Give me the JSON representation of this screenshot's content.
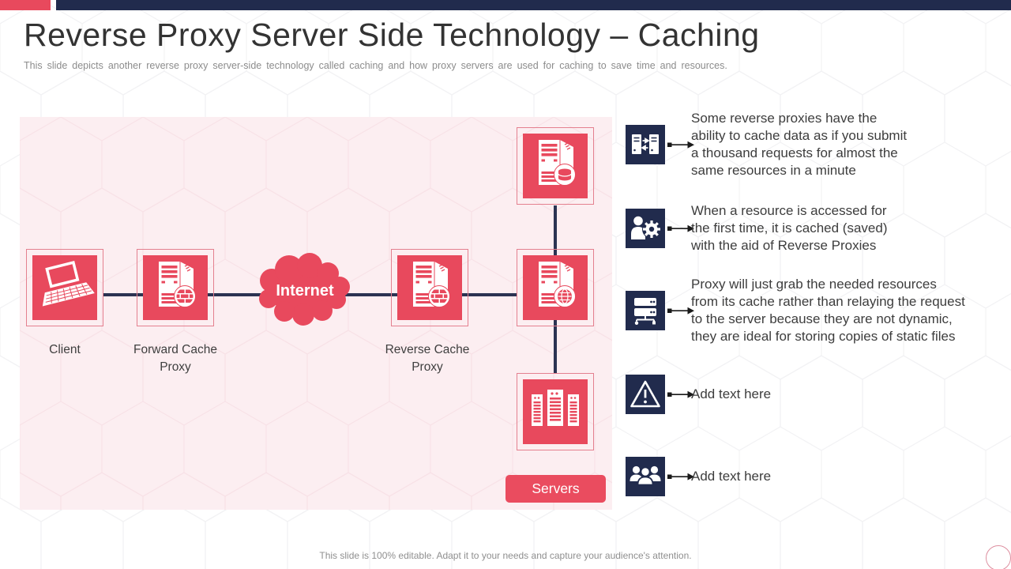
{
  "topbar": {
    "accent_color": "#e8495d",
    "bar_color": "#212b4d"
  },
  "header": {
    "title": "Reverse Proxy Server Side Technology – Caching",
    "subtitle": "This slide depicts another reverse proxy server-side technology called caching and how proxy servers are used for caching to save time and resources."
  },
  "diagram": {
    "nodes": [
      {
        "id": "client",
        "label": "Client",
        "icon": "laptop-icon"
      },
      {
        "id": "forward-proxy",
        "label": "Forward Cache Proxy",
        "icon": "proxy-server-brick-icon"
      },
      {
        "id": "internet",
        "label": "Internet",
        "icon": "cloud-shape"
      },
      {
        "id": "reverse-proxy",
        "label": "Reverse Cache Proxy",
        "icon": "proxy-server-brick-icon"
      },
      {
        "id": "server-top",
        "label": "",
        "icon": "server-disk-icon"
      },
      {
        "id": "server-middle",
        "label": "",
        "icon": "server-globe-icon"
      },
      {
        "id": "server-bottom",
        "label": "",
        "icon": "server-rack-icon"
      }
    ],
    "servers_badge": "Servers"
  },
  "bullets": [
    {
      "icon": "data-exchange-icon",
      "text": "Some reverse proxies have the\nability to cache data as if you submit\na thousand requests for almost the\nsame resources in a minute"
    },
    {
      "icon": "user-gear-icon",
      "text": "When a resource is accessed for\nthe first time, it is cached (saved)\nwith the aid of Reverse Proxies"
    },
    {
      "icon": "server-network-icon",
      "text": "Proxy will just grab the needed resources\nfrom its cache rather than relaying the request\nto the server because they are not dynamic,\nthey are ideal for storing copies of static files"
    },
    {
      "icon": "warning-icon",
      "text": "Add text here"
    },
    {
      "icon": "team-icon",
      "text": "Add text here"
    }
  ],
  "footer": {
    "note": "This slide is 100% editable. Adapt it to your needs and capture your audience's attention."
  },
  "colors": {
    "accent_red": "#e8495d",
    "button_red": "#ea4c5f",
    "navy": "#212b4d",
    "connector_navy": "#2b3352",
    "panel_pink": "#fceef1",
    "node_border_pink": "#e4808f",
    "title_text": "#333333",
    "body_text": "#3d3d3d",
    "muted_text": "#8c8c8c"
  }
}
